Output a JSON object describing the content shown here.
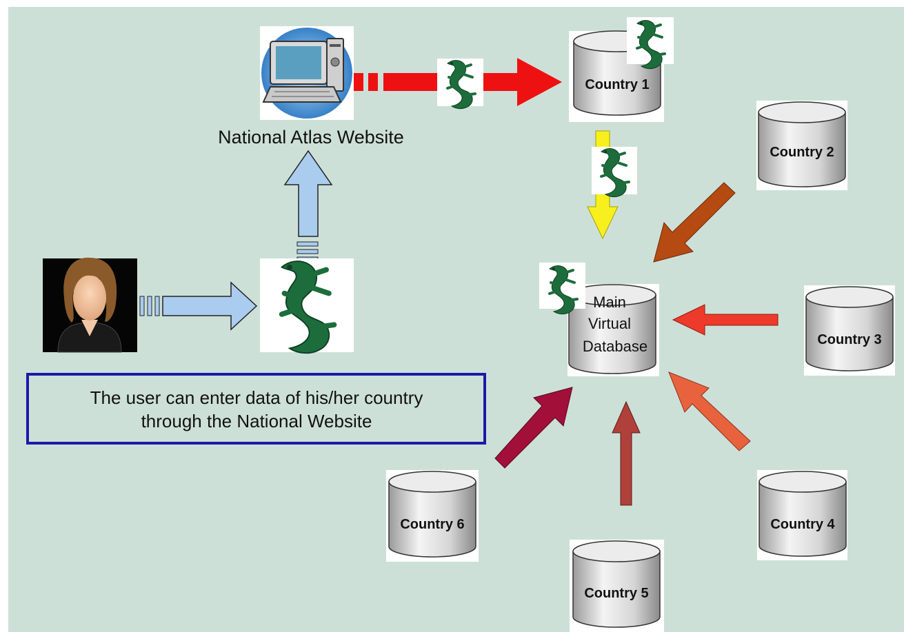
{
  "background_color": "#cde0d8",
  "website": {
    "label": "National Atlas Website",
    "icon": "computer-icon"
  },
  "user": {
    "icon": "user-avatar-icon"
  },
  "gateway": {
    "icon": "lizard-icon"
  },
  "caption": {
    "line1": "The user can enter data of his/her country",
    "line2": "through the National Website",
    "border_color": "#1a1aa8"
  },
  "main_database": {
    "line1": "Main",
    "line2": "Virtual",
    "line3": "Database"
  },
  "countries": [
    {
      "label": "Country 1"
    },
    {
      "label": "Country 2"
    },
    {
      "label": "Country 3"
    },
    {
      "label": "Country 4"
    },
    {
      "label": "Country 5"
    },
    {
      "label": "Country 6"
    }
  ],
  "arrow_colors": {
    "user_to_gateway": "#aaccee",
    "gateway_to_website": "#aaccee",
    "website_to_country1": "#ee1111",
    "country1_to_main": "#f7f01e",
    "country2_to_main": "#b54a12",
    "country3_to_main": "#ee3a2a",
    "country4_to_main": "#e8623e",
    "country5_to_main": "#b0403a",
    "country6_to_main": "#a2103a"
  }
}
